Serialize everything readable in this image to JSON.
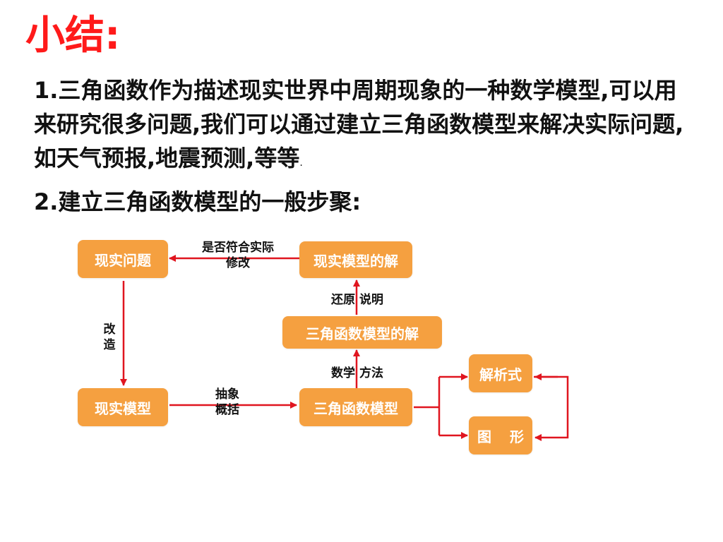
{
  "title": "小结:",
  "point1": "1.三角函数作为描述现实世界中周期现象的一种数学模型,可以用来研究很多问题,我们可以通过建立三角函数模型来解决实际问题,如天气预报,地震预测,等等",
  "point1_suffix": ".",
  "point2": "2.建立三角函数模型的一般步聚:",
  "diagram": {
    "real_problem": "现实问题",
    "real_model_solution": "现实模型的解",
    "trig_model_solution": "三角函数模型的解",
    "real_model": "现实模型",
    "trig_model": "三角函数模型",
    "analytic_expr": "解析式",
    "graph_a": "图",
    "graph_b": "形",
    "label_check_1": "是否符合实际",
    "label_check_2": "修改",
    "label_restore": "还原 说明",
    "label_transform_1": "改",
    "label_transform_2": "造",
    "label_abstract_1": "抽象",
    "label_abstract_2": "概括",
    "label_math_method": "数学 方法"
  },
  "colors": {
    "title": "#ff1a1a",
    "box": "#f5a040",
    "arrow": "#e0151f"
  }
}
